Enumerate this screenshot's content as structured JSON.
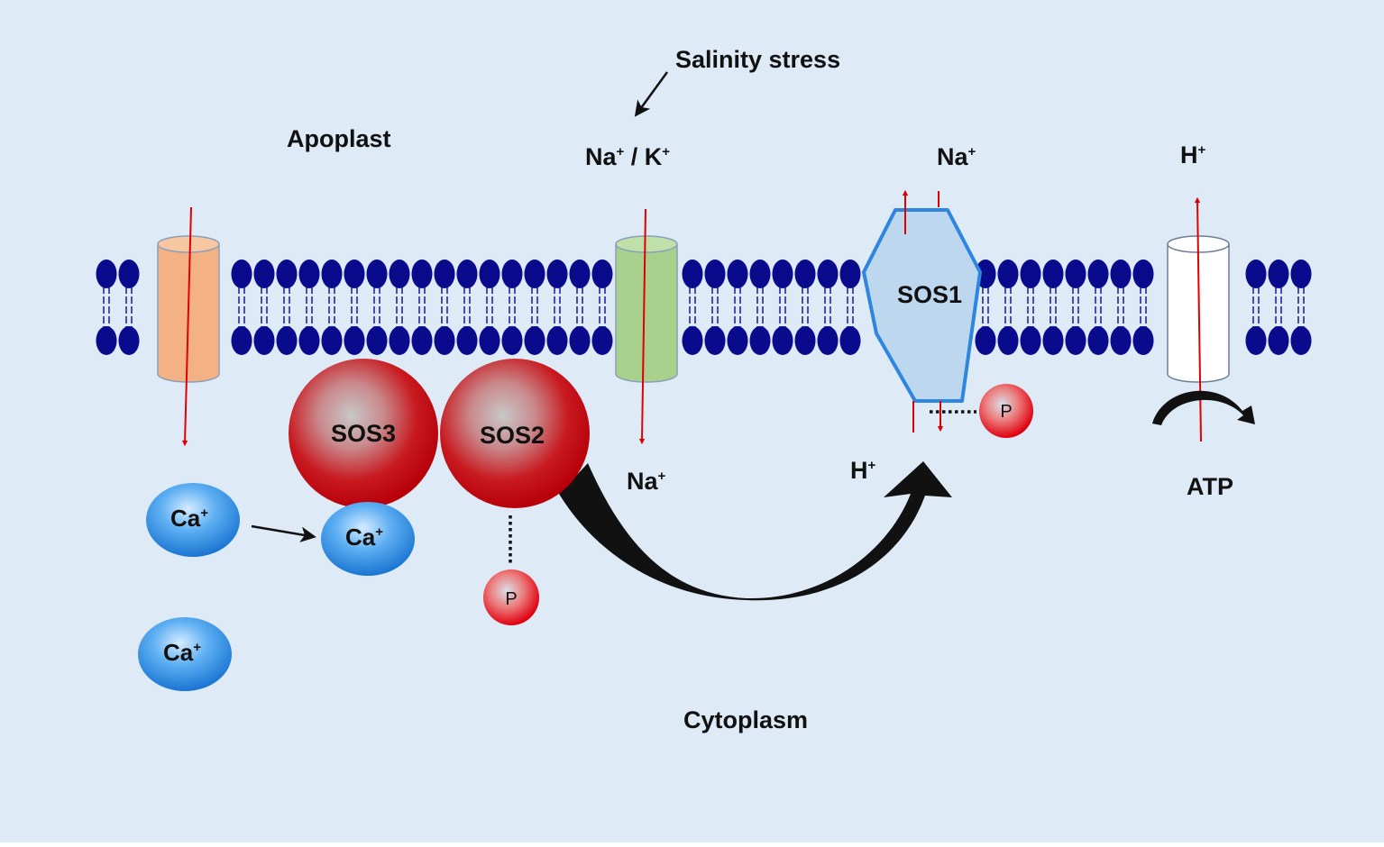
{
  "labels": {
    "salinity_stress": "Salinity stress",
    "apoplast": "Apoplast",
    "cytoplasm": "Cytoplasm",
    "na_k_top": {
      "a": "Na",
      "a_sup": "+",
      "sep": " / K",
      "b_sup": "+"
    },
    "na_top": {
      "base": "Na",
      "sup": "+"
    },
    "h_top": {
      "base": "H",
      "sup": "+"
    },
    "na_bottom": {
      "base": "Na",
      "sup": "+"
    },
    "h_bottom": {
      "base": "H",
      "sup": "+"
    },
    "atp": "ATP"
  },
  "proteins": {
    "sos1": "SOS1",
    "sos2": "SOS2",
    "sos3": "SOS3"
  },
  "ions": {
    "ca_1": {
      "base": "Ca",
      "sup": "+"
    },
    "ca_2": {
      "base": "Ca",
      "sup": "+"
    },
    "ca_3": {
      "base": "Ca",
      "sup": "+"
    }
  },
  "phosphate": {
    "p_sos2": "P",
    "p_sos1": "P"
  },
  "colors": {
    "background": "#deebf7",
    "lipid": "#0a0a8c",
    "ca_channel": "#f4b183",
    "na_k_channel": "#a9d18e",
    "sos1_fill": "#bdd7ee",
    "sos1_stroke": "#2e86de",
    "atpase": "#ffffff",
    "arrow_red": "#e00000",
    "protein_red": "#c00000",
    "ion_blue": "#1f78d1"
  }
}
